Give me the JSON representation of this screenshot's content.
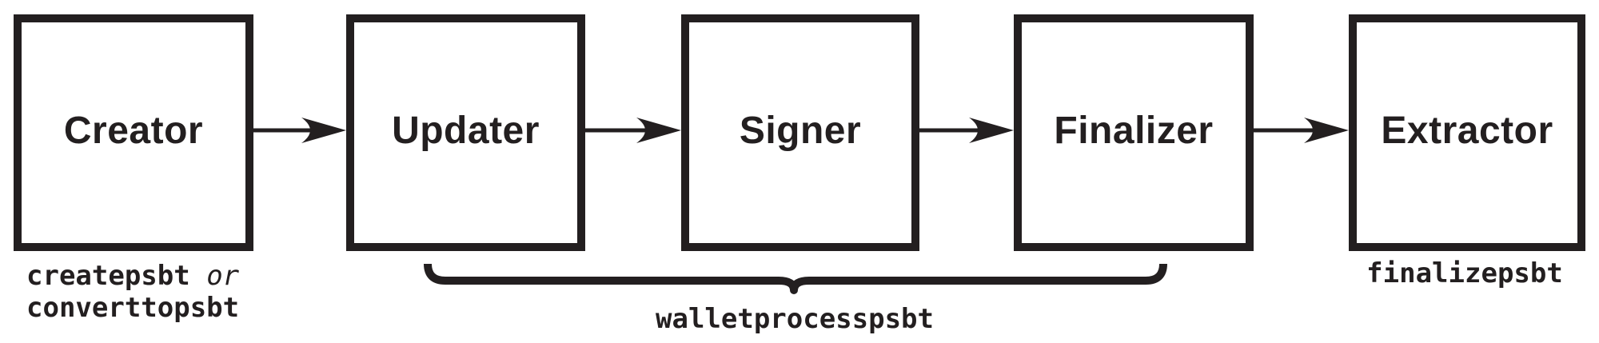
{
  "colors": {
    "ink": "#231f20",
    "background": "#ffffff"
  },
  "boxes": [
    {
      "label": "Creator"
    },
    {
      "label": "Updater"
    },
    {
      "label": "Signer"
    },
    {
      "label": "Finalizer"
    },
    {
      "label": "Extractor"
    }
  ],
  "captions": {
    "creator_commands": {
      "code1": "createpsbt",
      "conjunction": "or",
      "code2": "converttopsbt"
    },
    "brace_label": "walletprocesspsbt",
    "extractor_command": "finalizepsbt"
  }
}
